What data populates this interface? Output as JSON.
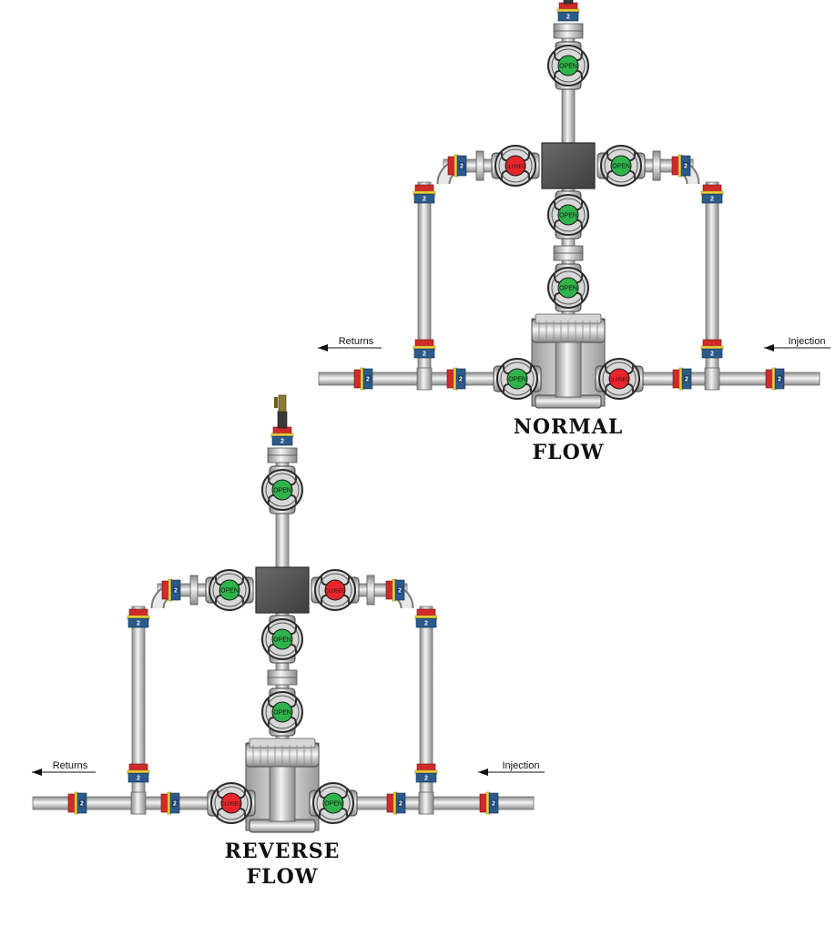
{
  "colors": {
    "pipe_light": "#ececec",
    "pipe_dark": "#8c8c8c",
    "cross_body": "#505050",
    "valve_open": "#2fb34a",
    "valve_closed": "#e8262a",
    "union_blue": "#2b5a8c",
    "union_red": "#d12a2a",
    "union_yellow": "#f2d43a"
  },
  "valve_states": {
    "open": "OPEN",
    "closed": "CLOSED"
  },
  "union_rating": "2",
  "assemblies": [
    {
      "id": "normal",
      "title_line1": "Normal",
      "title_line2": "Flow",
      "left_label": "Returns",
      "right_label": "Injection",
      "valves": {
        "top": "open",
        "upper_left": "closed",
        "upper_right": "open",
        "middle": "open",
        "lower": "open",
        "bottom_left": "open",
        "bottom_right": "closed"
      }
    },
    {
      "id": "reverse",
      "title_line1": "Reverse",
      "title_line2": "Flow",
      "left_label": "Returns",
      "right_label": "Injection",
      "valves": {
        "top": "open",
        "upper_left": "open",
        "upper_right": "closed",
        "middle": "open",
        "lower": "open",
        "bottom_left": "closed",
        "bottom_right": "open"
      }
    }
  ]
}
